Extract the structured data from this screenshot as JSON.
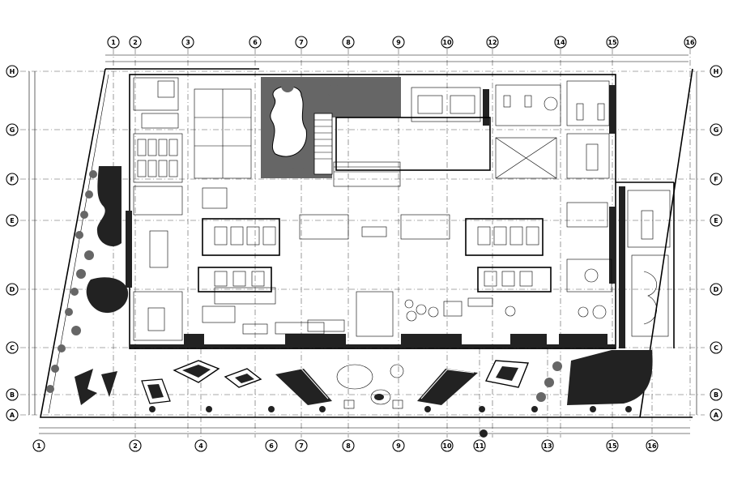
{
  "grid": {
    "top": [
      "1",
      "2",
      "3",
      "6",
      "7",
      "8",
      "9",
      "10",
      "12",
      "14",
      "15",
      "16"
    ],
    "bottom": [
      "1",
      "2",
      "4",
      "6",
      "7",
      "8",
      "9",
      "10",
      "11",
      "13",
      "15",
      "16"
    ],
    "left": [
      "H",
      "G",
      "F",
      "E",
      "D",
      "C",
      "B",
      "A"
    ],
    "right": [
      "H",
      "G",
      "F",
      "E",
      "D",
      "C",
      "B",
      "A"
    ]
  },
  "colors": {
    "ink": "#000000",
    "hatch": "#222222",
    "paper": "#ffffff"
  }
}
